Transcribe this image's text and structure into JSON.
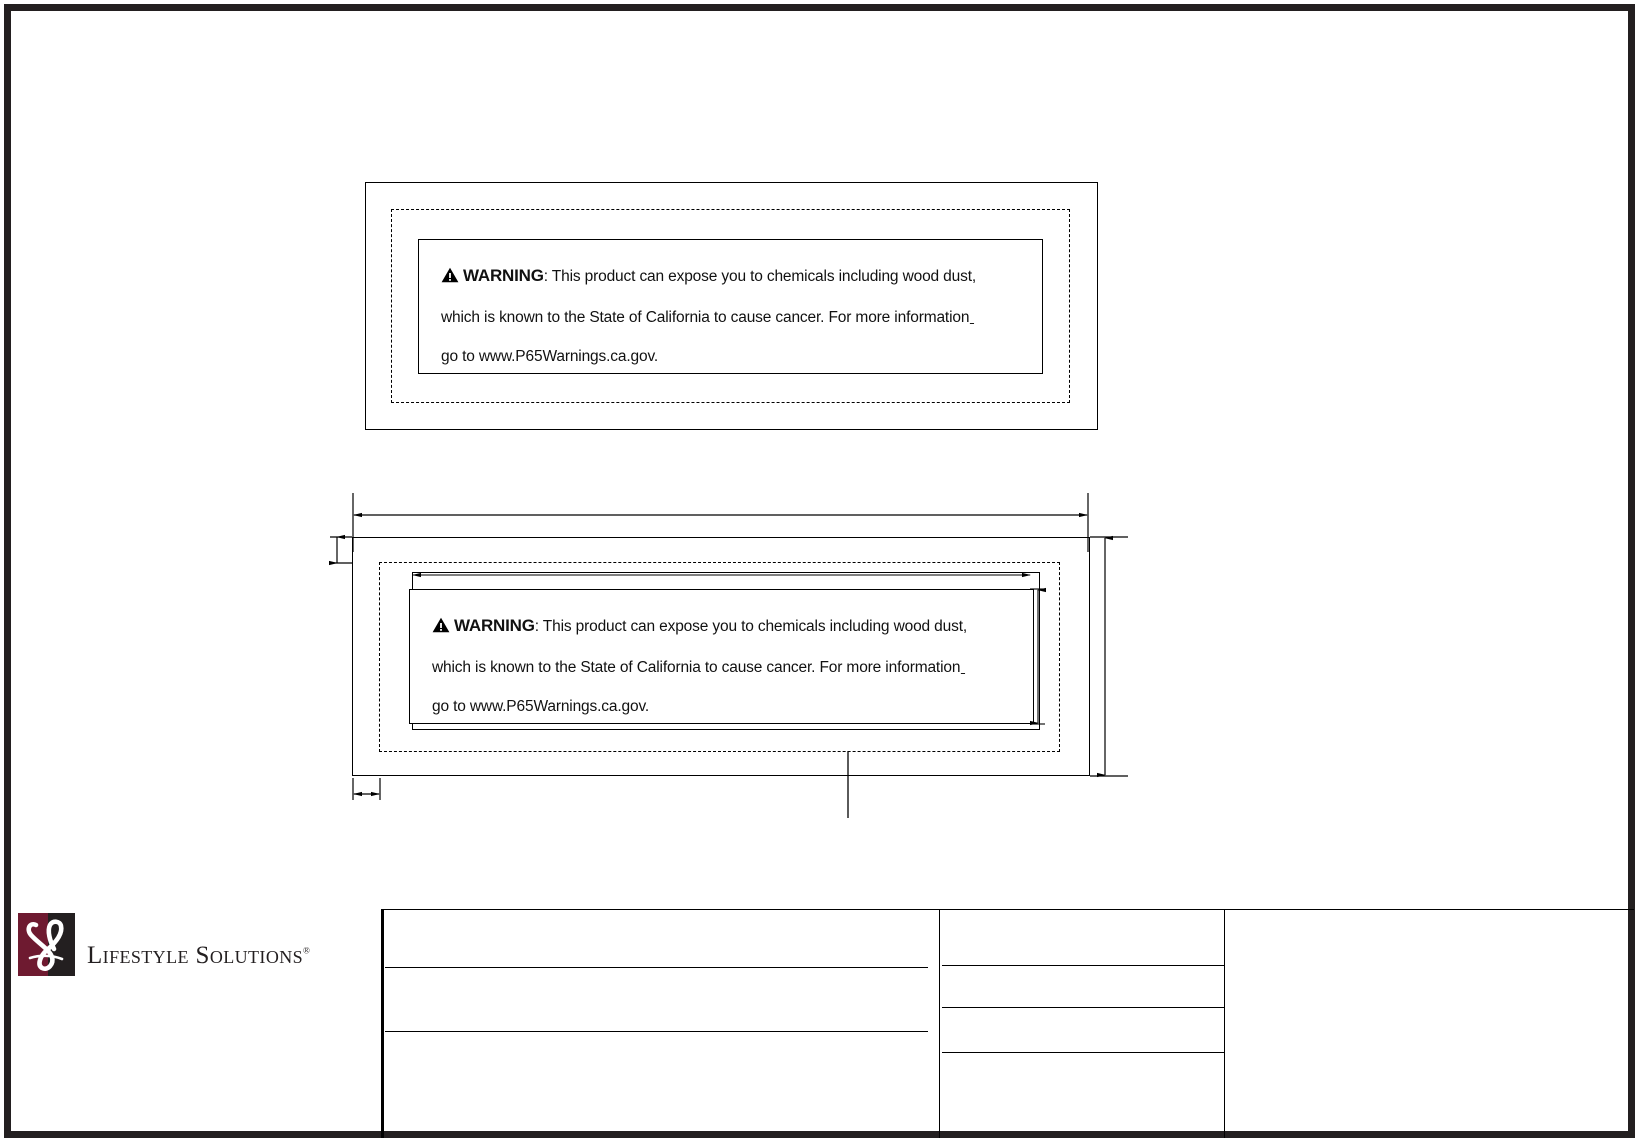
{
  "document": {
    "type": "engineering-drawing",
    "sheet_border_color": "#231F20",
    "background_color": "#FFFFFF"
  },
  "warning_label": {
    "icon": "warning-triangle-icon",
    "heading": "WARNING",
    "line1_head": "WARNING",
    "line1": ": This product can expose you to chemicals including wood dust,",
    "line2": "which is known to the State of California to cause cancer. For more informationˍ",
    "line3": "go to www.P65Warnings.ca.gov.",
    "url": "www.P65Warnings.ca.gov"
  },
  "views": {
    "top_view": {
      "name": "detail-view-label",
      "outer_frame": true,
      "dashed_frame": true
    },
    "bottom_view": {
      "name": "dimensioned-view",
      "outer_frame": true,
      "dashed_frame": true,
      "dimensions": {
        "overall_width": "",
        "overall_height": "",
        "top_offset": "",
        "left_offset": "",
        "inner_width": "",
        "inner_height": "",
        "leader_note": ""
      }
    }
  },
  "logo": {
    "mark_color_left": "#6E1A30",
    "mark_color_right": "#231F20",
    "monogram": "L",
    "word_first": "L",
    "word_first_rest": "IFESTYLE",
    "word_second": "S",
    "word_second_rest": "OLUTIONS",
    "registered": "®"
  },
  "title_block": {
    "left_column": {
      "rows": [
        "",
        "",
        ""
      ]
    },
    "middle_column": {
      "rows": [
        "",
        "",
        "",
        ""
      ]
    },
    "right_column": {
      "rows": [
        ""
      ]
    }
  }
}
